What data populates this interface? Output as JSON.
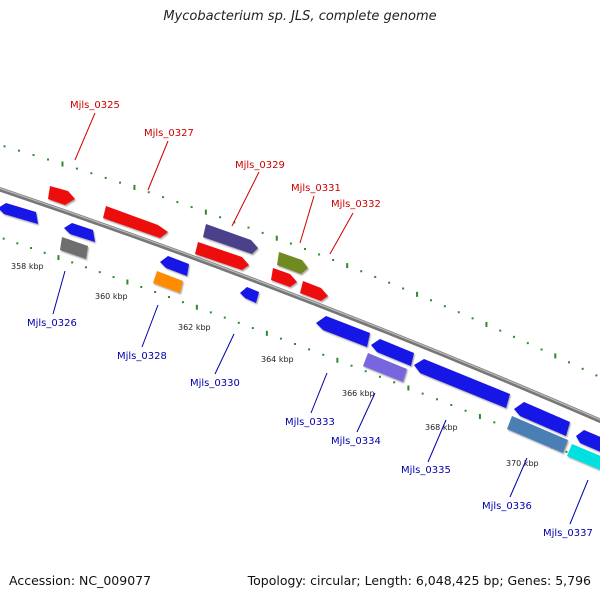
{
  "title": "Mycobacterium sp. JLS, complete genome",
  "accession": "Accession: NC_009077",
  "topology": "Topology: circular; Length: 6,048,425 bp; Genes: 5,796",
  "colors": {
    "backbone": "#8a8a8a",
    "tick": "#2e8b2e",
    "label_top": "#cc0000",
    "label_bottom": "#0000aa"
  },
  "scale_ticks": [
    "358 kbp",
    "360 kbp",
    "362 kbp",
    "364 kbp",
    "366 kbp",
    "368 kbp",
    "370 kbp"
  ],
  "genes_top": [
    {
      "name": "Mjls_0325",
      "color": "#ee1111"
    },
    {
      "name": "Mjls_0327",
      "color": "#ee1111"
    },
    {
      "name": "Mjls_0329",
      "color": "#ee1111"
    },
    {
      "name": "Mjls_0331",
      "color": "#ee1111"
    },
    {
      "name": "Mjls_0332",
      "color": "#ee1111"
    }
  ],
  "genes_bottom": [
    {
      "name": "Mjls_0326",
      "color": "#1414e6"
    },
    {
      "name": "Mjls_0328",
      "color": "#1414e6"
    },
    {
      "name": "Mjls_0330",
      "color": "#1414e6"
    },
    {
      "name": "Mjls_0333",
      "color": "#1414e6"
    },
    {
      "name": "Mjls_0334",
      "color": "#1414e6"
    },
    {
      "name": "Mjls_0335",
      "color": "#1414e6"
    },
    {
      "name": "Mjls_0336",
      "color": "#1414e6"
    },
    {
      "name": "Mjls_0337",
      "color": "#1414e6"
    }
  ]
}
